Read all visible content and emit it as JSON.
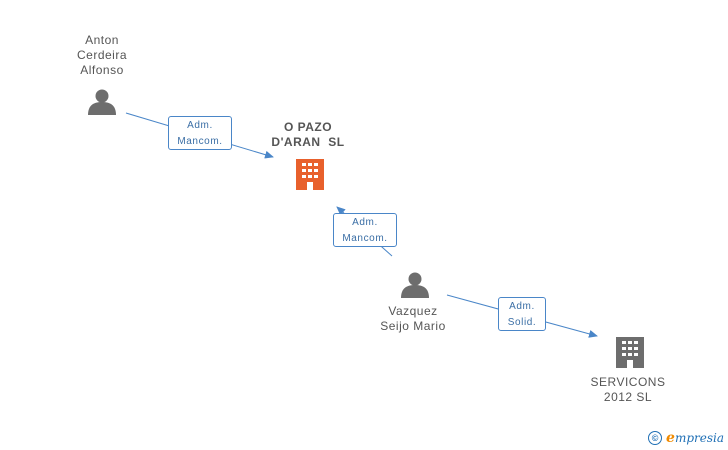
{
  "nodes": {
    "anton": {
      "label_lines": [
        "Anton",
        "Cerdeira",
        "Alfonso"
      ],
      "type": "person"
    },
    "opazo": {
      "label_lines": [
        "O PAZO",
        "D'ARAN  SL"
      ],
      "type": "company-focus"
    },
    "vazquez": {
      "label_lines": [
        "Vazquez",
        "Seijo Mario"
      ],
      "type": "person"
    },
    "servicons": {
      "label_lines": [
        "SERVICONS",
        "2012 SL"
      ],
      "type": "company"
    }
  },
  "edges": {
    "anton_opazo": {
      "role_lines": [
        "Adm.",
        "Mancom."
      ]
    },
    "vazquez_opazo": {
      "role_lines": [
        "Adm.",
        "Mancom."
      ]
    },
    "vazquez_servicons": {
      "role_lines": [
        "Adm.",
        "Solid."
      ]
    }
  },
  "colors": {
    "person": "#6d6d6d",
    "company": "#6d6d6d",
    "company_focus": "#e8602c",
    "edge": "#4a86c8"
  },
  "footer": {
    "copyright_symbol": "©",
    "brand_initial": "e",
    "brand_rest": "mpresia"
  }
}
